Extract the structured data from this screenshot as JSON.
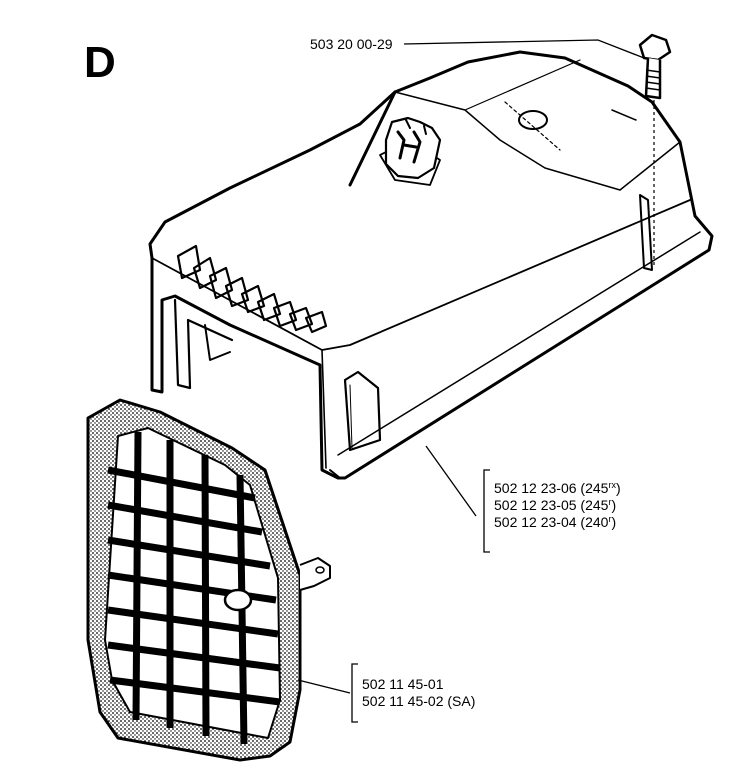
{
  "section": {
    "letter": "D"
  },
  "parts": {
    "screw": {
      "number": "503 20 00-29"
    },
    "cover": {
      "items": [
        {
          "number": "502 12 23-06",
          "model": "(245",
          "suffix": "rx",
          "close": ")"
        },
        {
          "number": "502 12 23-05",
          "model": "(245",
          "suffix": "r",
          "close": ")"
        },
        {
          "number": "502 12 23-04",
          "model": "(240",
          "suffix": "r",
          "close": ")"
        }
      ]
    },
    "grille": {
      "items": [
        {
          "text": "502 11 45-01"
        },
        {
          "text": "502 11 45-02 (SA)"
        }
      ]
    }
  }
}
